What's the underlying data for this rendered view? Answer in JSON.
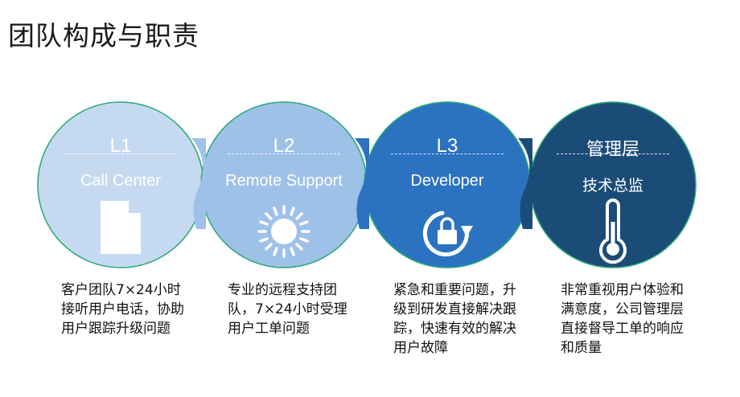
{
  "title": "团队构成与职责",
  "levels": [
    {
      "level": "L1",
      "role": "Call Center",
      "icon": "document-icon",
      "color": "#c5daf1",
      "description": "客户团队7×24小时接听用户电话，协助用户跟踪升级问题"
    },
    {
      "level": "L2",
      "role": "Remote Support",
      "icon": "sun-icon",
      "color": "#9ec1e8",
      "description": "专业的远程支持团队，7×24小时受理用户工单问题"
    },
    {
      "level": "L3",
      "role": "Developer",
      "icon": "lock-refresh-icon",
      "color": "#2b73c1",
      "description": "紧急和重要问题，升级到研发直接解决跟踪，快速有效的解决用户故障"
    },
    {
      "level": "管理层",
      "role": "技术总监",
      "icon": "thermometer-icon",
      "color": "#1b4c78",
      "description": "非常重视用户体验和满意度，公司管理层直接督导工单的响应和质量"
    }
  ]
}
